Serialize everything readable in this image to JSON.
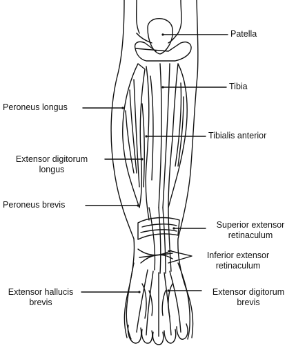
{
  "labels": {
    "patella": "Patella",
    "tibia": "Tibia",
    "peroneus_longus": "Peroneus longus",
    "tibialis_anterior": "Tibialis anterior",
    "extensor_digitorum_longus_1": "Extensor digitorum",
    "extensor_digitorum_longus_2": "longus",
    "peroneus_brevis": "Peroneus brevis",
    "superior_extensor_retinaculum_1": "Superior extensor",
    "superior_extensor_retinaculum_2": "retinaculum",
    "inferior_extensor_retinaculum_1": "Inferior extensor",
    "inferior_extensor_retinaculum_2": "retinaculum",
    "extensor_hallucis_brevis_1": "Extensor hallucis",
    "extensor_hallucis_brevis_2": "brevis",
    "extensor_digitorum_brevis_1": "Extensor digitorum",
    "extensor_digitorum_brevis_2": "brevis"
  },
  "colors": {
    "ink": "#111111",
    "background": "#ffffff"
  }
}
